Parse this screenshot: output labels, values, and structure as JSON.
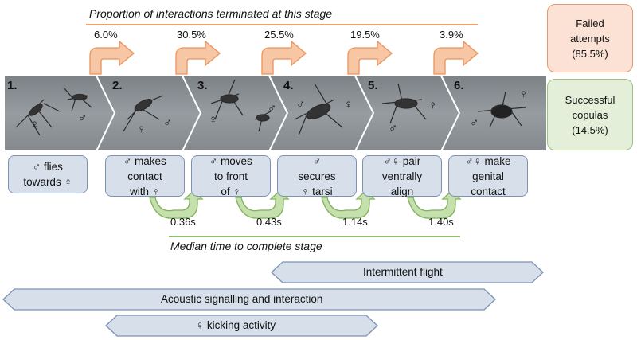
{
  "header": {
    "title": "Proportion of interactions terminated at this stage",
    "percentages": [
      "6.0%",
      "30.5%",
      "25.5%",
      "19.5%",
      "3.9%"
    ]
  },
  "outcomes": {
    "failed": {
      "line1": "Failed",
      "line2": "attempts",
      "line3": "(85.5%)"
    },
    "successful": {
      "line1": "Successful",
      "line2": "copulas",
      "line3": "(14.5%)"
    }
  },
  "stages": [
    {
      "number": "1.",
      "line1": "♂ flies",
      "line2": "towards ♀",
      "line3": ""
    },
    {
      "number": "2.",
      "line1": "♂ makes",
      "line2": "contact",
      "line3": "with ♀"
    },
    {
      "number": "3.",
      "line1": "♂ moves",
      "line2": "to front",
      "line3": "of ♀"
    },
    {
      "number": "4.",
      "line1": "♂",
      "line2": "secures",
      "line3": "♀ tarsi"
    },
    {
      "number": "5.",
      "line1": "♂♀ pair",
      "line2": "ventrally",
      "line3": "align"
    },
    {
      "number": "6.",
      "line1": "♂♀ make",
      "line2": "genital",
      "line3": "contact"
    }
  ],
  "photo_symbols": [
    "♀",
    "♂",
    "♀",
    "♂",
    "♀",
    "♂",
    "♂",
    "♀",
    "♂",
    "♀",
    "♂",
    "♀"
  ],
  "times": {
    "values": [
      "0.36s",
      "0.43s",
      "1.14s",
      "1.40s"
    ],
    "title": "Median time to complete stage"
  },
  "bars": {
    "intermittent_flight": "Intermittent flight",
    "acoustic": "Acoustic signalling and interaction",
    "kicking": "♀ kicking activity"
  },
  "colors": {
    "orange_arrow": "#f7c6a5",
    "orange_stroke": "#e8935c",
    "green_arrow": "#c5dfad",
    "green_stroke": "#7fb25c",
    "box_fill": "#d6dfea",
    "box_stroke": "#7c92b2",
    "photo_bg": "#8a8f95"
  }
}
